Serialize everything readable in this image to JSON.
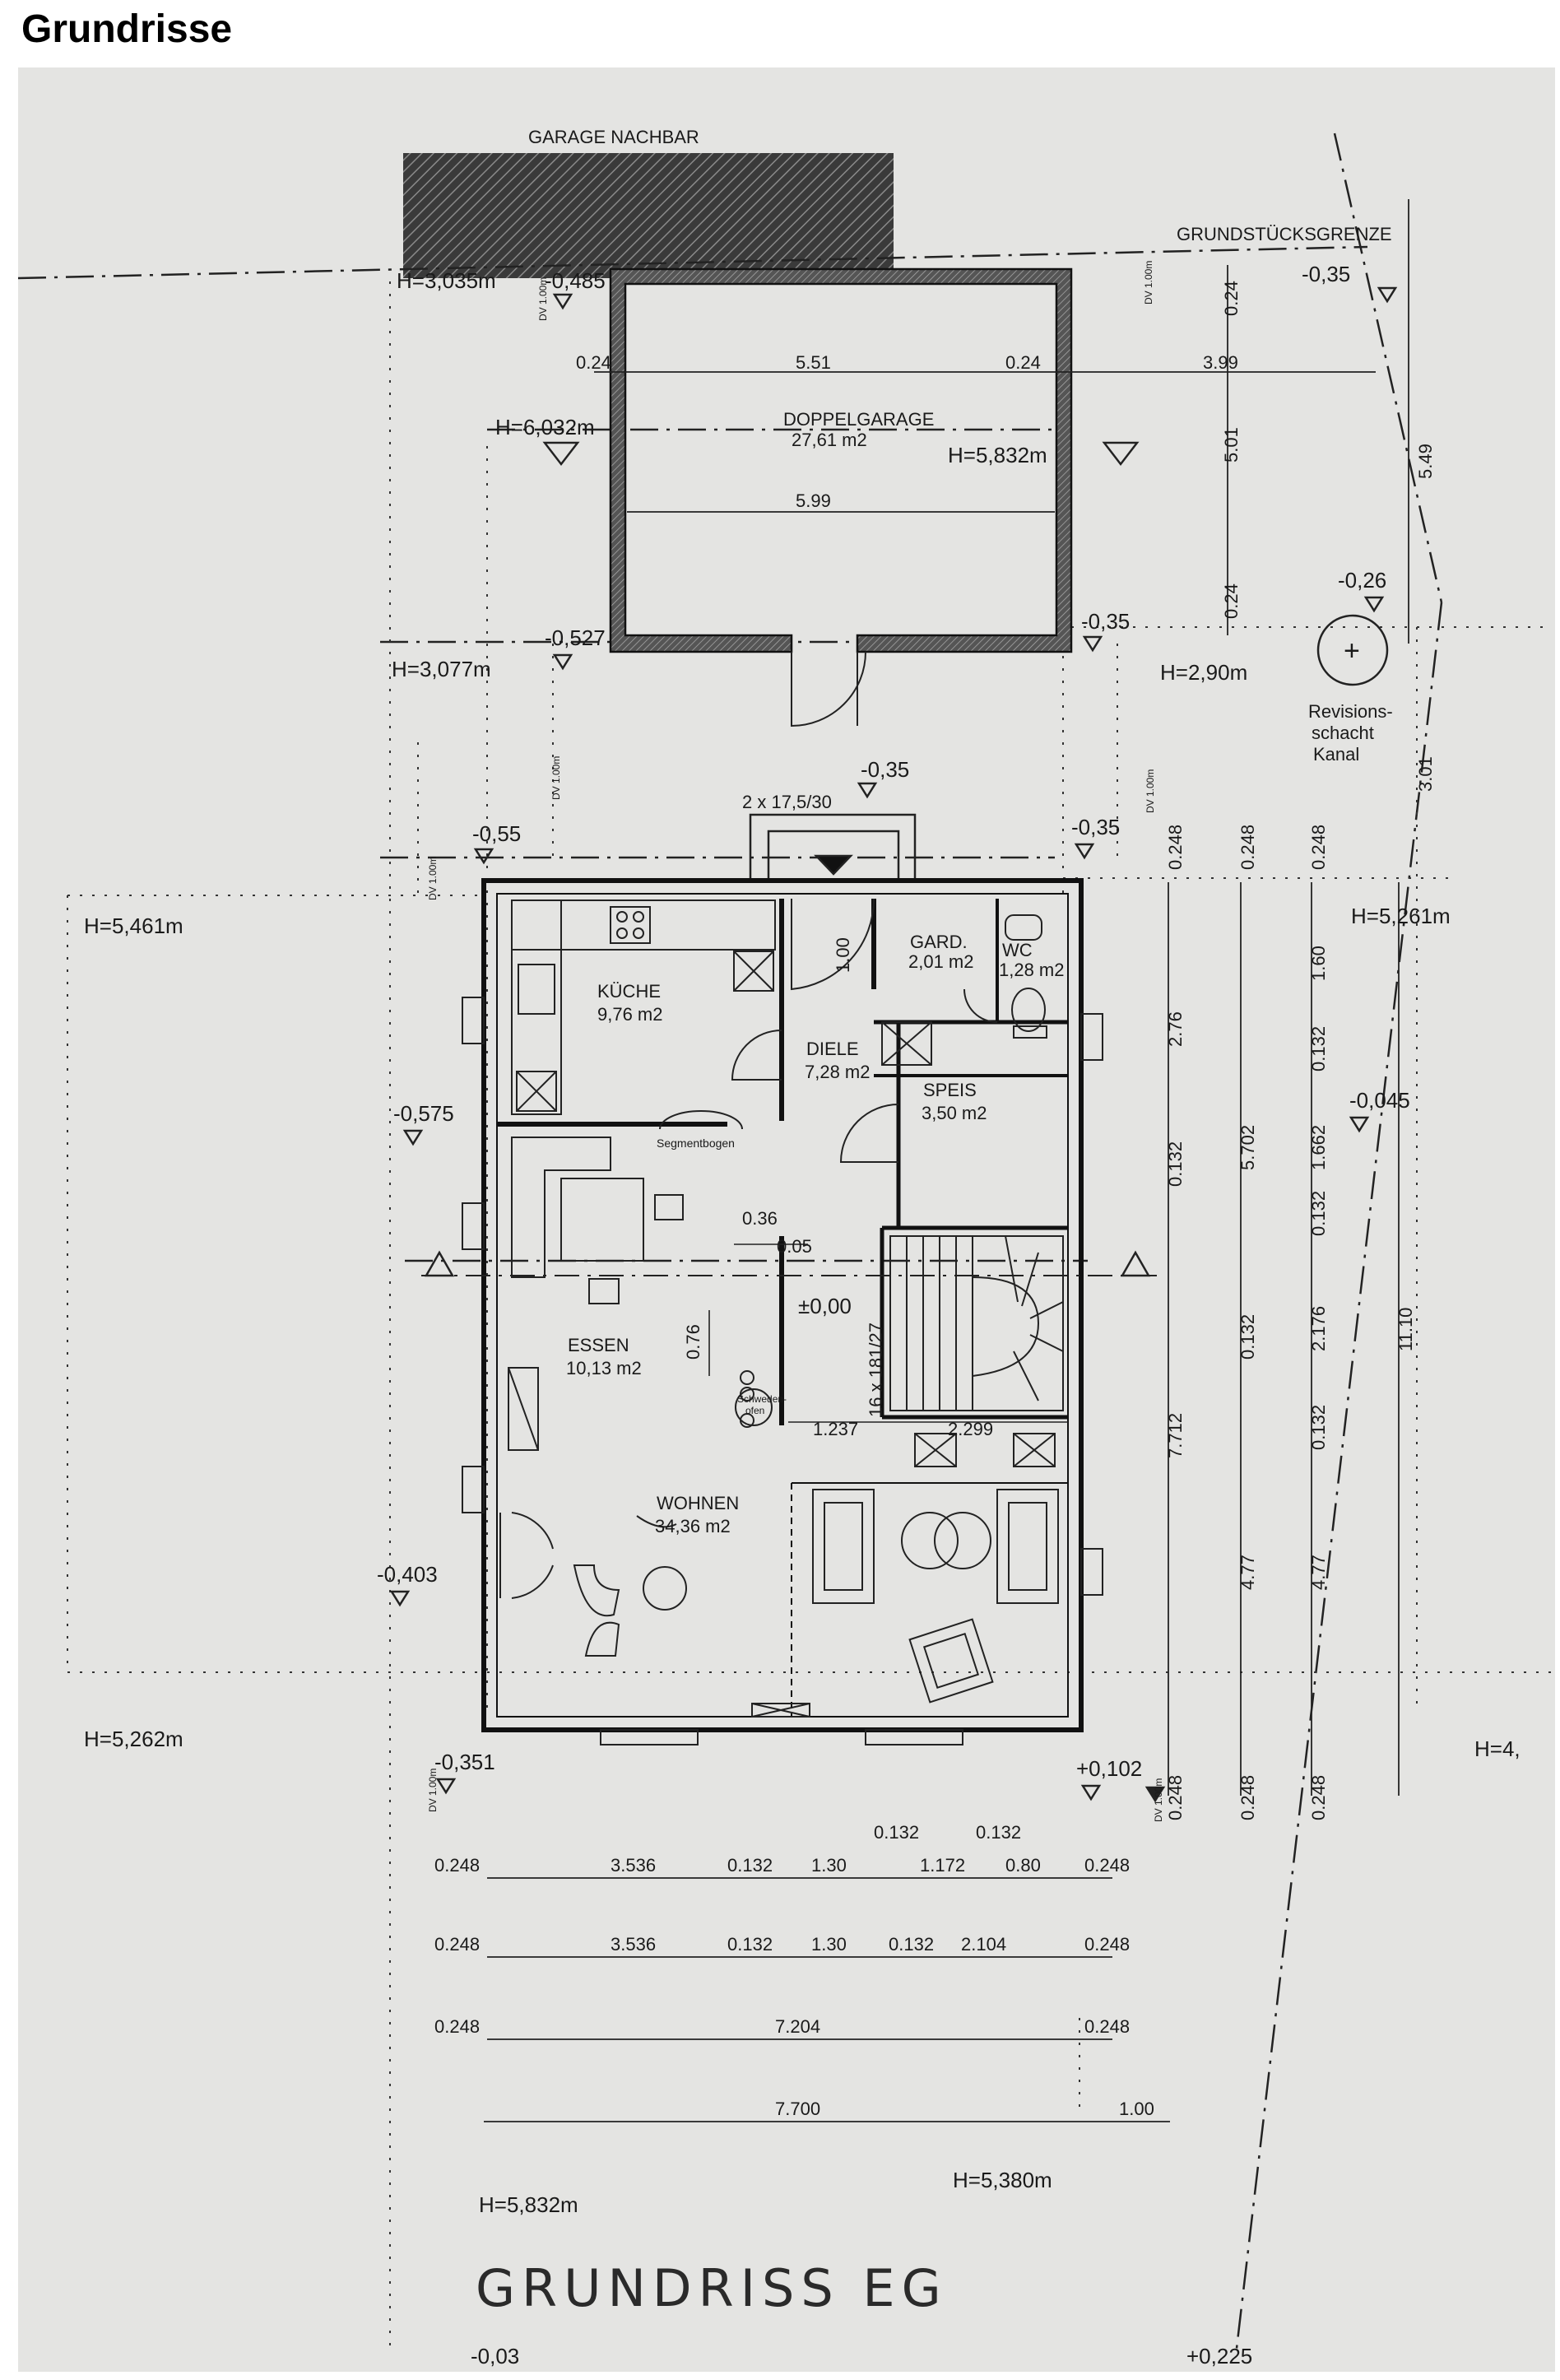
{
  "page": {
    "heading": "Grundrisse"
  },
  "plan": {
    "title": "GRUNDRISS EG",
    "labels": {
      "garage_neighbor": "GARAGE NACHBAR",
      "property_boundary": "GRUNDSTÜCKSGRENZE",
      "revision_shaft": [
        "Revisions-",
        "schacht",
        "Kanal"
      ],
      "stair_top": "2 x 17,5/30",
      "stair_main": "16 x 181/27",
      "sliding_door": "Segmentbogen",
      "oven": [
        "Schweden-",
        "ofen"
      ],
      "dv": "DV 1.00m"
    },
    "rooms": [
      {
        "name": "DOPPELGARAGE",
        "area": "27,61 m2"
      },
      {
        "name": "KÜCHE",
        "area": "9,76 m2"
      },
      {
        "name": "DIELE",
        "area": "7,28 m2"
      },
      {
        "name": "GARD.",
        "area": "2,01 m2"
      },
      {
        "name": "WC",
        "area": "1,28 m2"
      },
      {
        "name": "SPEIS",
        "area": "3,50 m2"
      },
      {
        "name": "ESSEN",
        "area": "10,13 m2"
      },
      {
        "name": "WOHNEN",
        "area": "34,36 m2"
      }
    ],
    "levels": {
      "h_3035": "H=3,035m",
      "h_6032": "H=6,032m",
      "h_5832": "H=5,832m",
      "h_3077": "H=3,077m",
      "h_290": "H=2,90m",
      "h_5461": "H=5,461m",
      "h_5261": "H=5,261m",
      "h_5262": "H=5,262m",
      "h_5380": "H=5,380m",
      "h_5832_bottom": "H=5,832m",
      "h_4": "H=4,",
      "m_0485": "-0,485",
      "m_035_a": "-0,35",
      "m_0527": "-0,527",
      "m_035_b": "-0,35",
      "m_026": "-0,26",
      "m_035_c": "-0,35",
      "m_035_d": "-0,35",
      "m_055": "-0,55",
      "m_0575": "-0,575",
      "m_0045": "-0,045",
      "zero": "±0,00",
      "m_0403": "-0,403",
      "m_0351": "-0,351",
      "p_0102": "+0,102",
      "m_003": "-0,03",
      "p_0225": "+0,225"
    },
    "dims": {
      "g_024_left": "0.24",
      "g_551": "5.51",
      "g_024_mid": "0.24",
      "g_599": "5.99",
      "g_399": "3.99",
      "g_024_top": "0.24",
      "g_501": "5.01",
      "g_024_bot": "0.24",
      "g_549": "5.49",
      "g_301": "3.01",
      "diele_100": "1.00",
      "d_036": "0.36",
      "d_005": "0.05",
      "d_076": "0.76",
      "d_1237": "1.237",
      "d_2299": "2.299",
      "r1": [
        "0.248",
        "2.76",
        "0.132",
        "7.712",
        "0.248"
      ],
      "r2": [
        "0.248",
        "5.702",
        "0.132",
        "4.77",
        "0.248"
      ],
      "r3": [
        "0.248",
        "1.60",
        "0.132",
        "1.662",
        "0.132",
        "2.176",
        "0.132",
        "4.77",
        "0.248"
      ],
      "r4": [
        "11.10"
      ],
      "b_top": [
        "0.132",
        "0.132"
      ],
      "b1": [
        "0.248",
        "3.536",
        "0.132",
        "1.30",
        "1.172",
        "0.80",
        "0.248"
      ],
      "b2": [
        "0.248",
        "3.536",
        "0.132",
        "1.30",
        "0.132",
        "2.104",
        "0.248"
      ],
      "b3": [
        "0.248",
        "7.204",
        "0.248"
      ],
      "b4": [
        "7.700",
        "1.00"
      ]
    }
  }
}
